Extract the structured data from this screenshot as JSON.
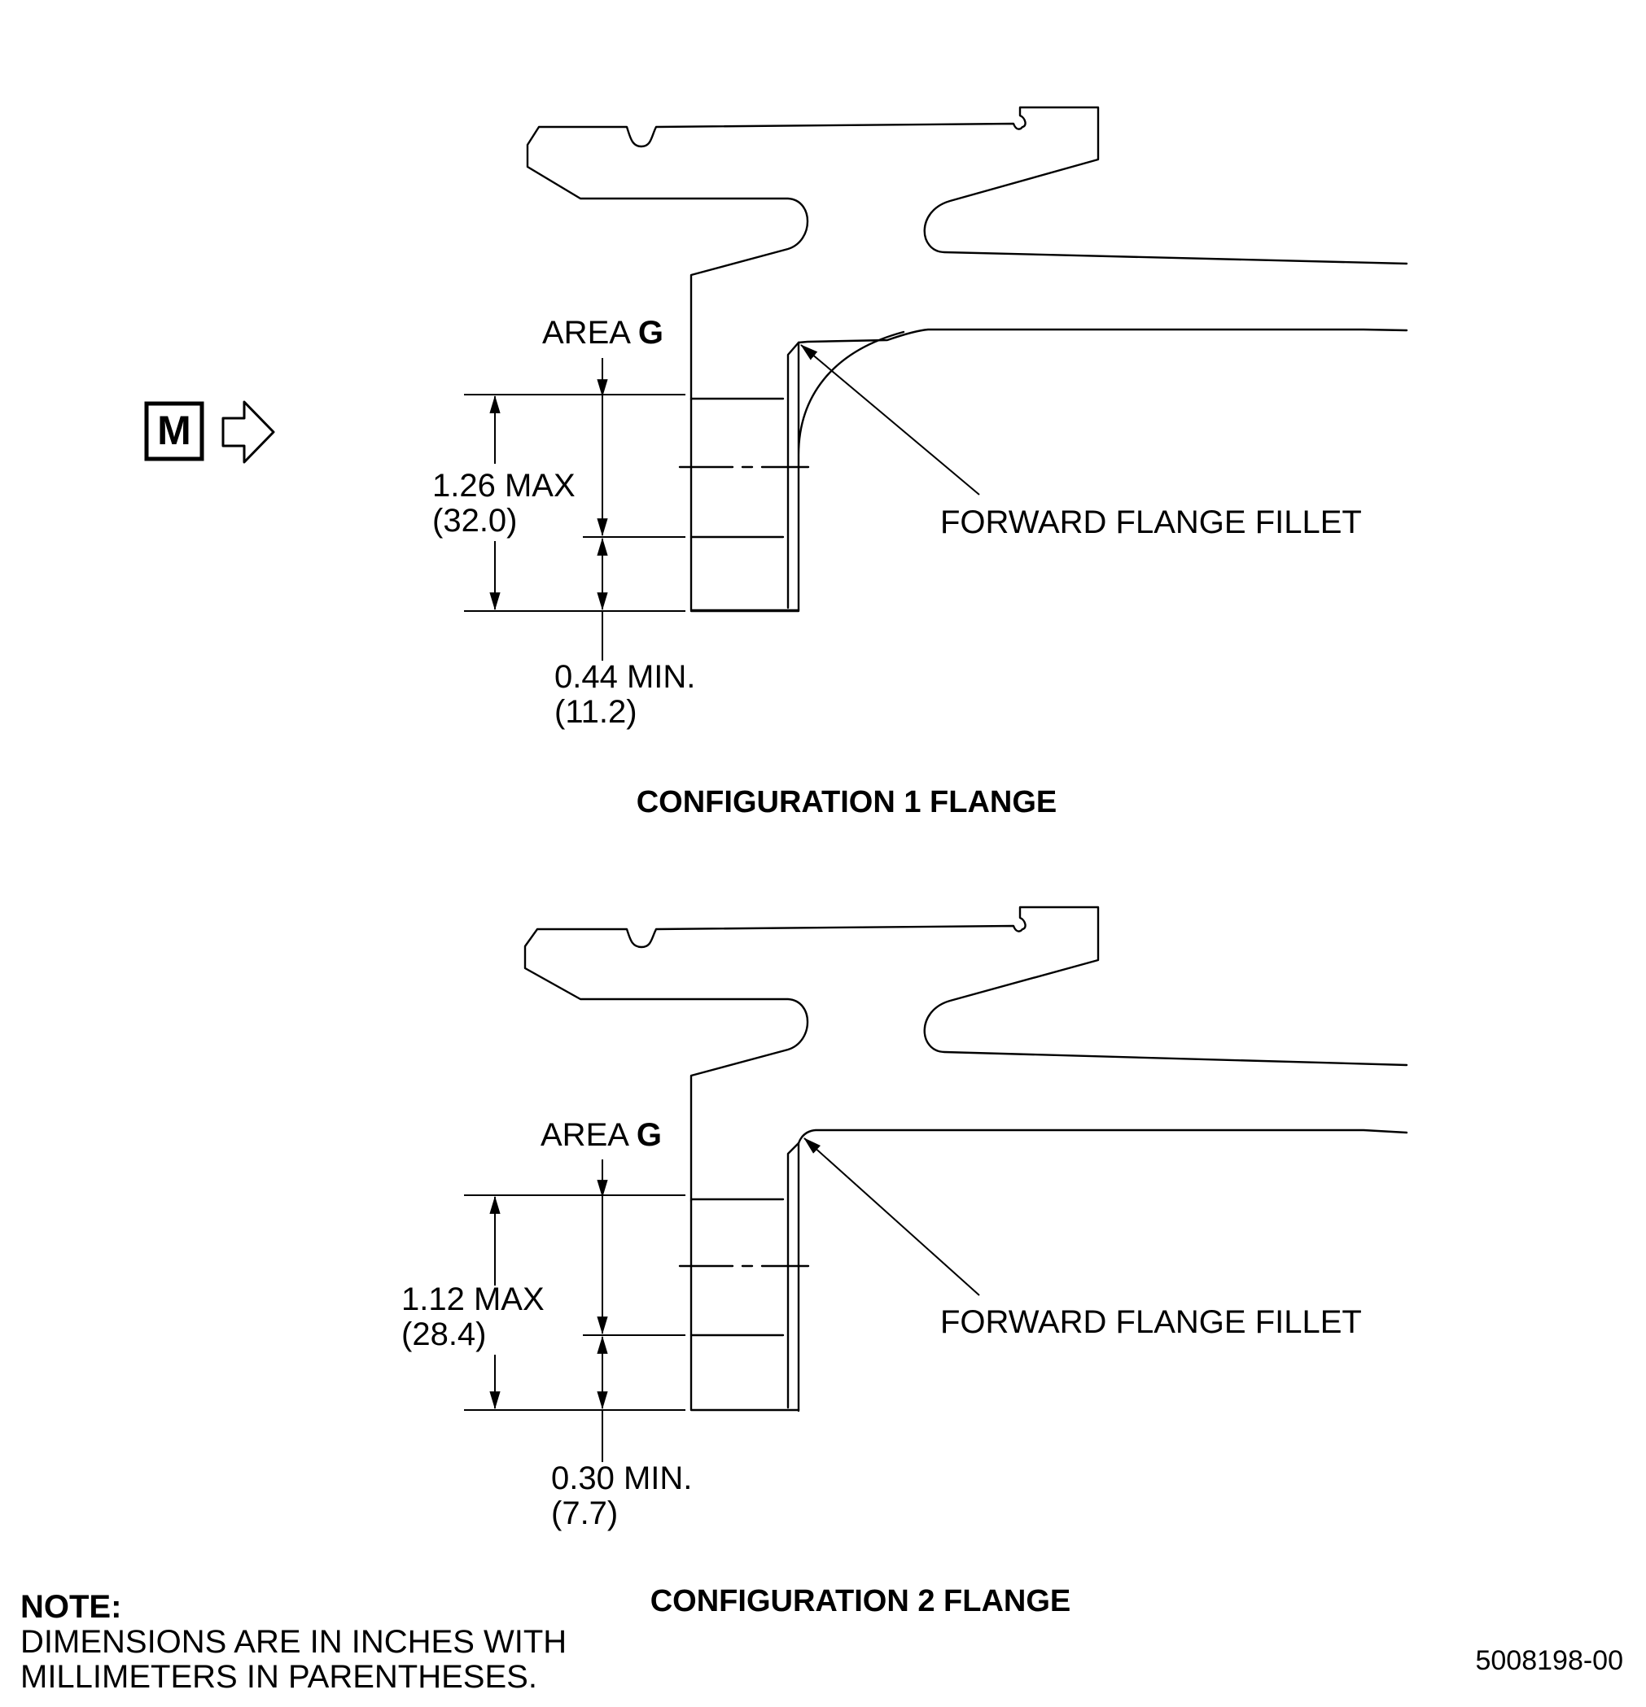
{
  "badge": {
    "letter": "M",
    "arrow_icon": "right-outline-arrow-icon"
  },
  "configurations": [
    {
      "area_prefix": "AREA",
      "area_letter": "G",
      "max_dim": "1.26 MAX",
      "max_dim_mm": "(32.0)",
      "min_dim": "0.44 MIN.",
      "min_dim_mm": "(11.2)",
      "fillet_label": "FORWARD FLANGE FILLET",
      "title": "CONFIGURATION 1 FLANGE"
    },
    {
      "area_prefix": "AREA",
      "area_letter": "G",
      "max_dim": "1.12 MAX",
      "max_dim_mm": "(28.4)",
      "min_dim": "0.30 MIN.",
      "min_dim_mm": "(7.7)",
      "fillet_label": "FORWARD FLANGE FILLET",
      "title": "CONFIGURATION 2 FLANGE"
    }
  ],
  "note": {
    "heading": "NOTE:",
    "line1": "DIMENSIONS ARE IN INCHES WITH",
    "line2": "MILLIMETERS IN PARENTHESES."
  },
  "drawing_number": "5008198-00"
}
